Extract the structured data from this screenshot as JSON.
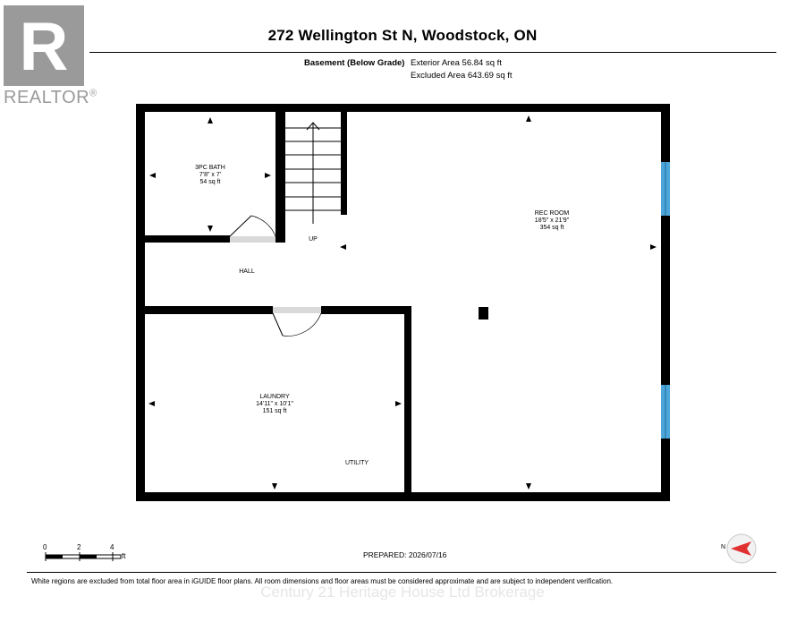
{
  "header": {
    "title": "272 Wellington St N, Woodstock, ON"
  },
  "branding": {
    "logo_text": "REALTOR",
    "logo_mark": "®",
    "logo_letter": "R",
    "brokerage": "Century 21 Heritage House Ltd Brokerage",
    "logo_color": "#9a9a9a"
  },
  "level": {
    "name": "Basement (Below Grade)",
    "exterior_area": "Exterior Area 56.84 sq ft",
    "excluded_area": "Excluded Area 643.69 sq ft"
  },
  "rooms": {
    "bath": {
      "name": "3PC BATH",
      "dims": "7'8\" x 7'",
      "area": "54 sq ft"
    },
    "rec": {
      "name": "REC ROOM",
      "dims": "18'5\" x 21'9\"",
      "area": "354 sq ft"
    },
    "laundry": {
      "name": "LAUNDRY",
      "dims": "14'11\" x 10'1\"",
      "area": "151 sq ft"
    },
    "hall": "HALL",
    "utility": "UTILITY",
    "stairs": "UP"
  },
  "scale": {
    "ticks": [
      "0",
      "2",
      "4"
    ],
    "unit": "ft"
  },
  "compass": {
    "label": "N"
  },
  "footer": {
    "prepared": "PREPARED: 2026/07/16",
    "disclaimer": "White regions are excluded from total floor area in iGUIDE floor plans. All room dimensions and floor areas must be considered approximate and are subject to independent verification."
  },
  "colors": {
    "wall": "#000000",
    "window": "#4da6d9",
    "door": "#d9d9d9",
    "compass_arrow": "#e03030"
  },
  "icons": [
    "dimension-arrow-icon",
    "compass-icon",
    "stairs-arrow-icon"
  ]
}
